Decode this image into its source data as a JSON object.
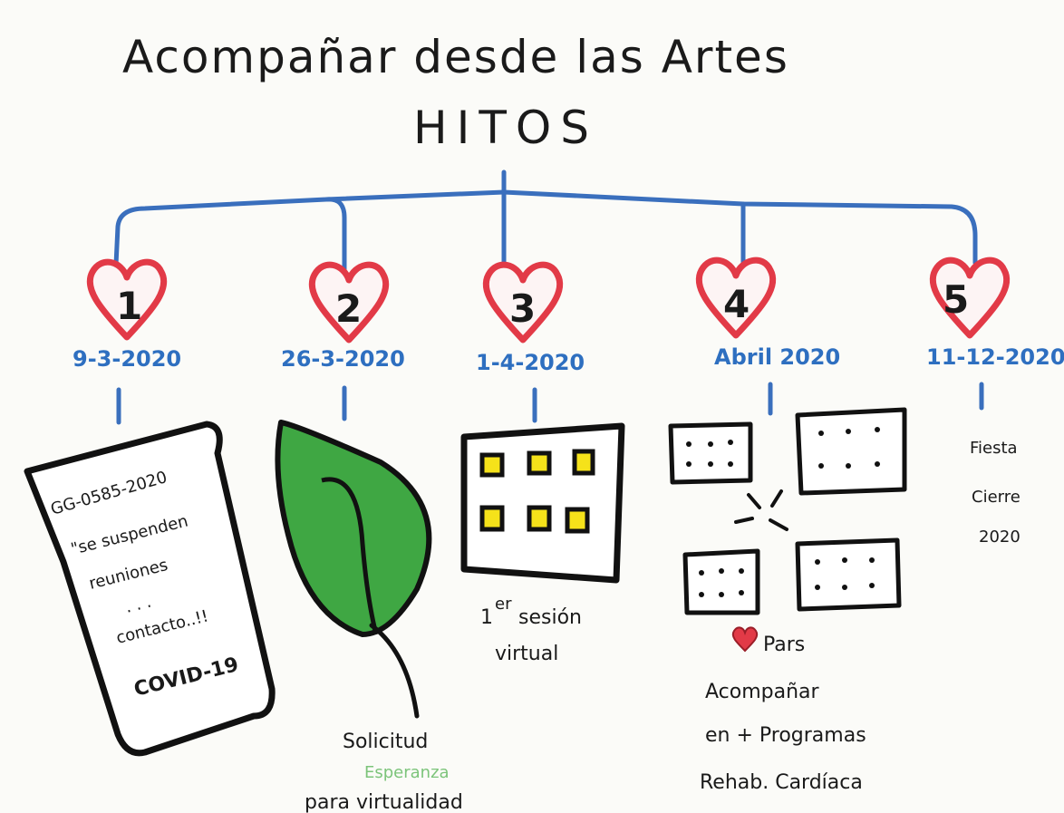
{
  "title": "Acompañar desde las Artes",
  "subtitle": "HITOS",
  "milestones": [
    {
      "number": "1",
      "date": "9-3-2020"
    },
    {
      "number": "2",
      "date": "26-3-2020"
    },
    {
      "number": "3",
      "date": "1-4-2020"
    },
    {
      "number": "4",
      "date": "Abril 2020"
    },
    {
      "number": "5",
      "date": "11-12-2020"
    }
  ],
  "doc_lines": [
    "GG-0585-2020",
    "\"se suspenden",
    "reuniones",
    ". . .",
    "contacto..!!",
    "COVID-19"
  ],
  "leaf_caption": {
    "line1": "Solicitud",
    "line2": "Esperanza",
    "line3": "para virtualidad"
  },
  "session_caption": {
    "prefix": "1",
    "sup": "er",
    "line1_rest": "sesión",
    "line2": "virtual"
  },
  "programs_caption": {
    "line1": "Pars",
    "line2": "Acompañar",
    "line3": "en + Programas",
    "line4": "Rehab. Cardíaca"
  },
  "closing_caption": {
    "line1": "Fiesta",
    "line2": "Cierre",
    "line3": "2020"
  },
  "colors": {
    "heart": "#e23a47",
    "connector": "#3a6fbd",
    "date": "#2e6fc0",
    "leaf": "#3fa743",
    "tile": "#f5e21a"
  }
}
